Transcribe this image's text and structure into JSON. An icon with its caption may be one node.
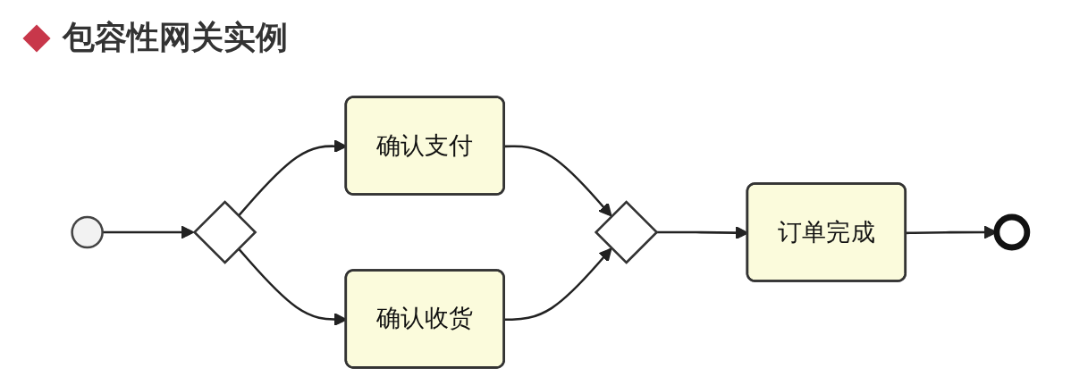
{
  "diagram": {
    "title": "包容性网关实例",
    "nodes": [
      {
        "text": [],
        "shape": "circle"
      },
      {
        "text": [],
        "shape": "diamond"
      },
      {
        "text": [
          "确认支付"
        ]
      },
      {
        "text": [
          "确认收货"
        ]
      },
      {
        "text": [],
        "shape": "diamond"
      },
      {
        "text": [
          "订单完成"
        ]
      },
      {
        "text": [],
        "shape": "circle"
      }
    ],
    "edges": [
      {
        "from": 0,
        "to": 1,
        "arrow": "to"
      },
      {
        "from": 1,
        "to": 2,
        "arrow": "to"
      },
      {
        "from": 1,
        "to": 3,
        "arrow": "to"
      },
      {
        "from": 2,
        "to": 4,
        "arrow": "to"
      },
      {
        "from": 3,
        "to": 4,
        "arrow": "to"
      },
      {
        "from": 4,
        "to": 5,
        "arrow": "to"
      },
      {
        "from": 5,
        "to": 6,
        "arrow": "to"
      }
    ]
  }
}
